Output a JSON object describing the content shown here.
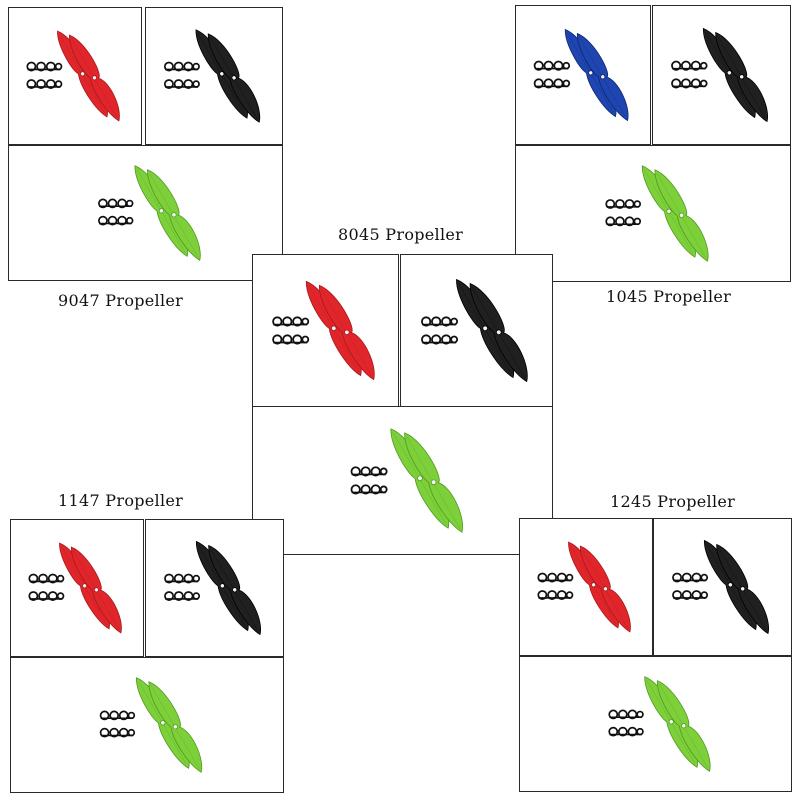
{
  "colors": {
    "red": "#e0262b",
    "red_dark": "#a8181c",
    "black": "#202020",
    "black_dark": "#000000",
    "green": "#7dd03a",
    "green_dark": "#4f9a1f",
    "blue": "#1f45b0",
    "blue_dark": "#0f2670",
    "frame": "#2a2a2a"
  },
  "groups": [
    {
      "id": "g9047",
      "caption": "9047 Propeller",
      "colors": [
        "red",
        "black",
        "green"
      ]
    },
    {
      "id": "g1045",
      "caption": "1045 Propeller",
      "colors": [
        "blue",
        "black",
        "green"
      ]
    },
    {
      "id": "g8045",
      "caption": "8045  Propeller",
      "colors": [
        "red",
        "black",
        "green"
      ]
    },
    {
      "id": "g1147",
      "caption": "1147 Propeller",
      "colors": [
        "red",
        "black",
        "green"
      ]
    },
    {
      "id": "g1245",
      "caption": "1245 Propeller",
      "colors": [
        "red",
        "black",
        "green"
      ]
    }
  ]
}
